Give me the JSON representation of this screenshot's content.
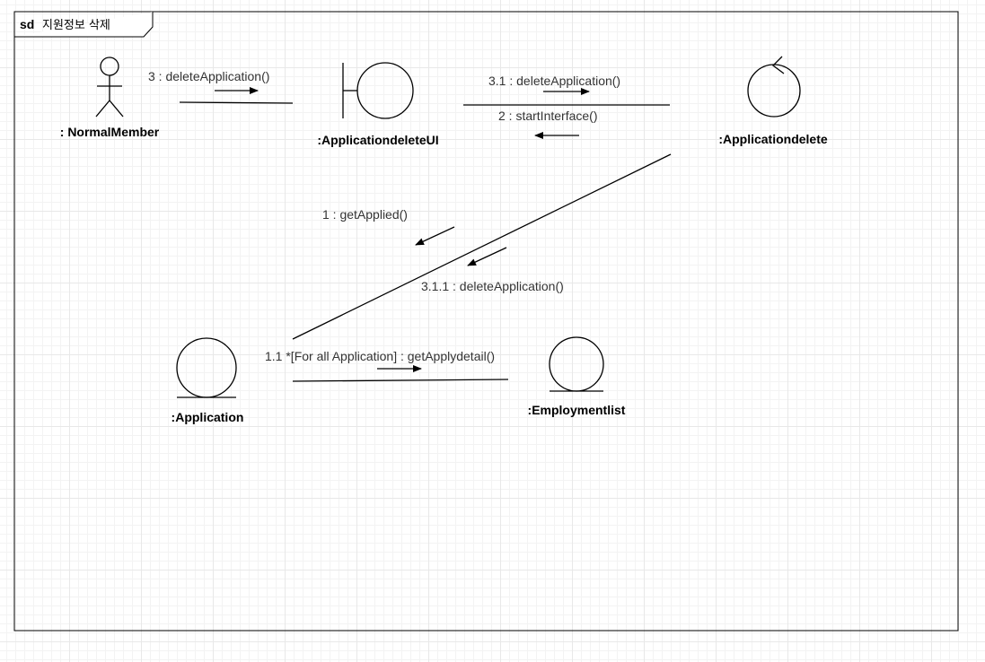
{
  "frame": {
    "keyword": "sd",
    "title": "지원정보 삭제"
  },
  "lifelines": {
    "normal_member": ": NormalMember",
    "delete_ui": ":ApplicationdeleteUI",
    "delete_control": ":Applicationdelete",
    "application": ":Application",
    "employment_list": ":Employmentlist"
  },
  "messages": {
    "m3": "3 : deleteApplication()",
    "m3_1": "3.1 : deleteApplication()",
    "m2": "2 : startInterface()",
    "m1": "1 : getApplied()",
    "m3_1_1": "3.1.1 : deleteApplication()",
    "m1_1": "1.1 *[For all Application] : getApplydetail()"
  }
}
